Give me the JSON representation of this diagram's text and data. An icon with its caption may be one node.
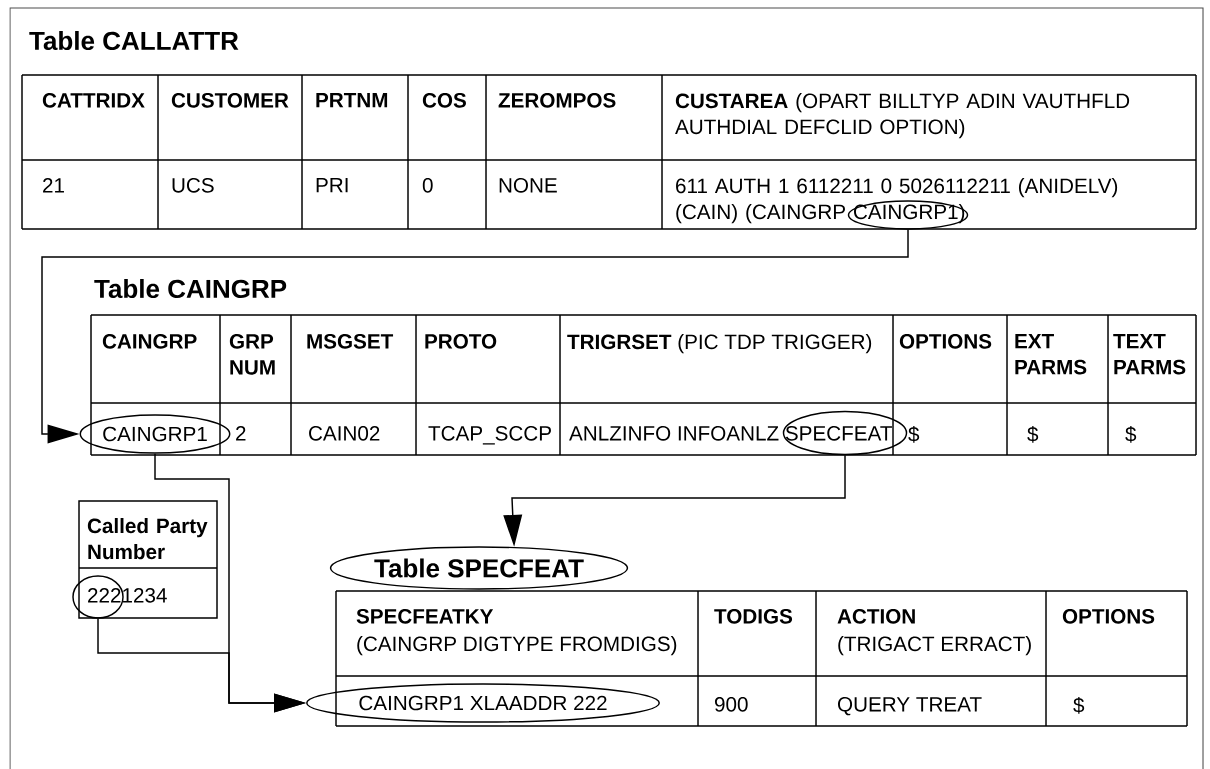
{
  "diagram": {
    "nodes": [
      {
        "text": [],
        "shape": "ellipse"
      },
      {
        "text": [
          "CAINGRP1"
        ]
      },
      {
        "text": [],
        "shape": "ellipse"
      },
      {
        "text": [
          "Table SPECFEAT"
        ]
      },
      {
        "text": [],
        "shape": "ellipse"
      },
      {
        "text": [
          "CAINGRP1 XLAADDR 222"
        ]
      }
    ],
    "edges": [
      {
        "from": 0,
        "to": 1,
        "arrow": "to"
      },
      {
        "from": 2,
        "to": 3,
        "arrow": "to"
      },
      {
        "from": 1,
        "to": 5,
        "arrow": "to"
      },
      {
        "from": 4,
        "to": 5,
        "arrow": "to"
      }
    ],
    "labels": [
      "Table CALLATTR",
      "CATTRIDX",
      "CUSTOMER",
      "PRTNM",
      "COS",
      "ZEROMPOS",
      "**CUSTAREA** (OPART BILLTYP ADIN VAUTHFLD AUTHDIAL DEFCLID OPTION)",
      "21",
      "UCS",
      "PRI",
      "0",
      "NONE",
      "611 AUTH 1 6112211 0 5026112211 (ANIDELV) (CAIN) (CAINGRP CAINGRP1)",
      "Table CAINGRP",
      "CAINGRP",
      "GRP NUM",
      "MSGSET",
      "PROTO",
      "**TRIGRSET** (PIC TDP TRIGGER)",
      "OPTIONS",
      "EXT PARMS",
      "TEXT PARMS",
      "2",
      "CAIN02",
      "TCAP_SCCP",
      "ANLZINFO INFOANLZ SPECFEAT",
      "$",
      "$",
      "$",
      "Called Party Number",
      "2221234",
      "SPECFEATKY",
      "(CAINGRP DIGTYPE FROMDIGS)",
      "TODIGS",
      "ACTION",
      "(TRIGACT ERRACT)",
      "OPTIONS",
      "900",
      "QUERY TREAT",
      "$"
    ]
  }
}
